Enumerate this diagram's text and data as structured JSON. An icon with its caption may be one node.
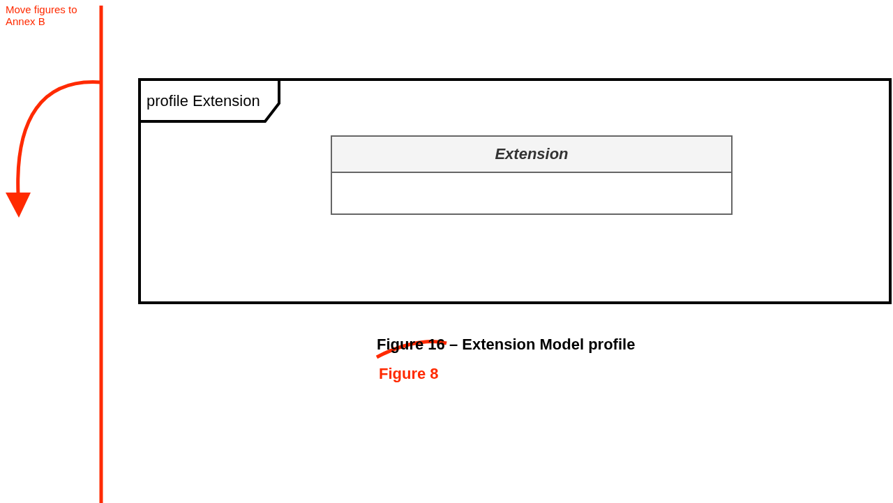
{
  "diagram": {
    "caption": "Figure 16 – Extension Model profile",
    "nodes": [
      {
        "text": [
          "profile Extension"
        ]
      },
      {
        "text": [
          "Extension"
        ],
        "in": 0
      }
    ],
    "labels": [
      "Move figures to Annex B",
      "Figure 8"
    ]
  }
}
